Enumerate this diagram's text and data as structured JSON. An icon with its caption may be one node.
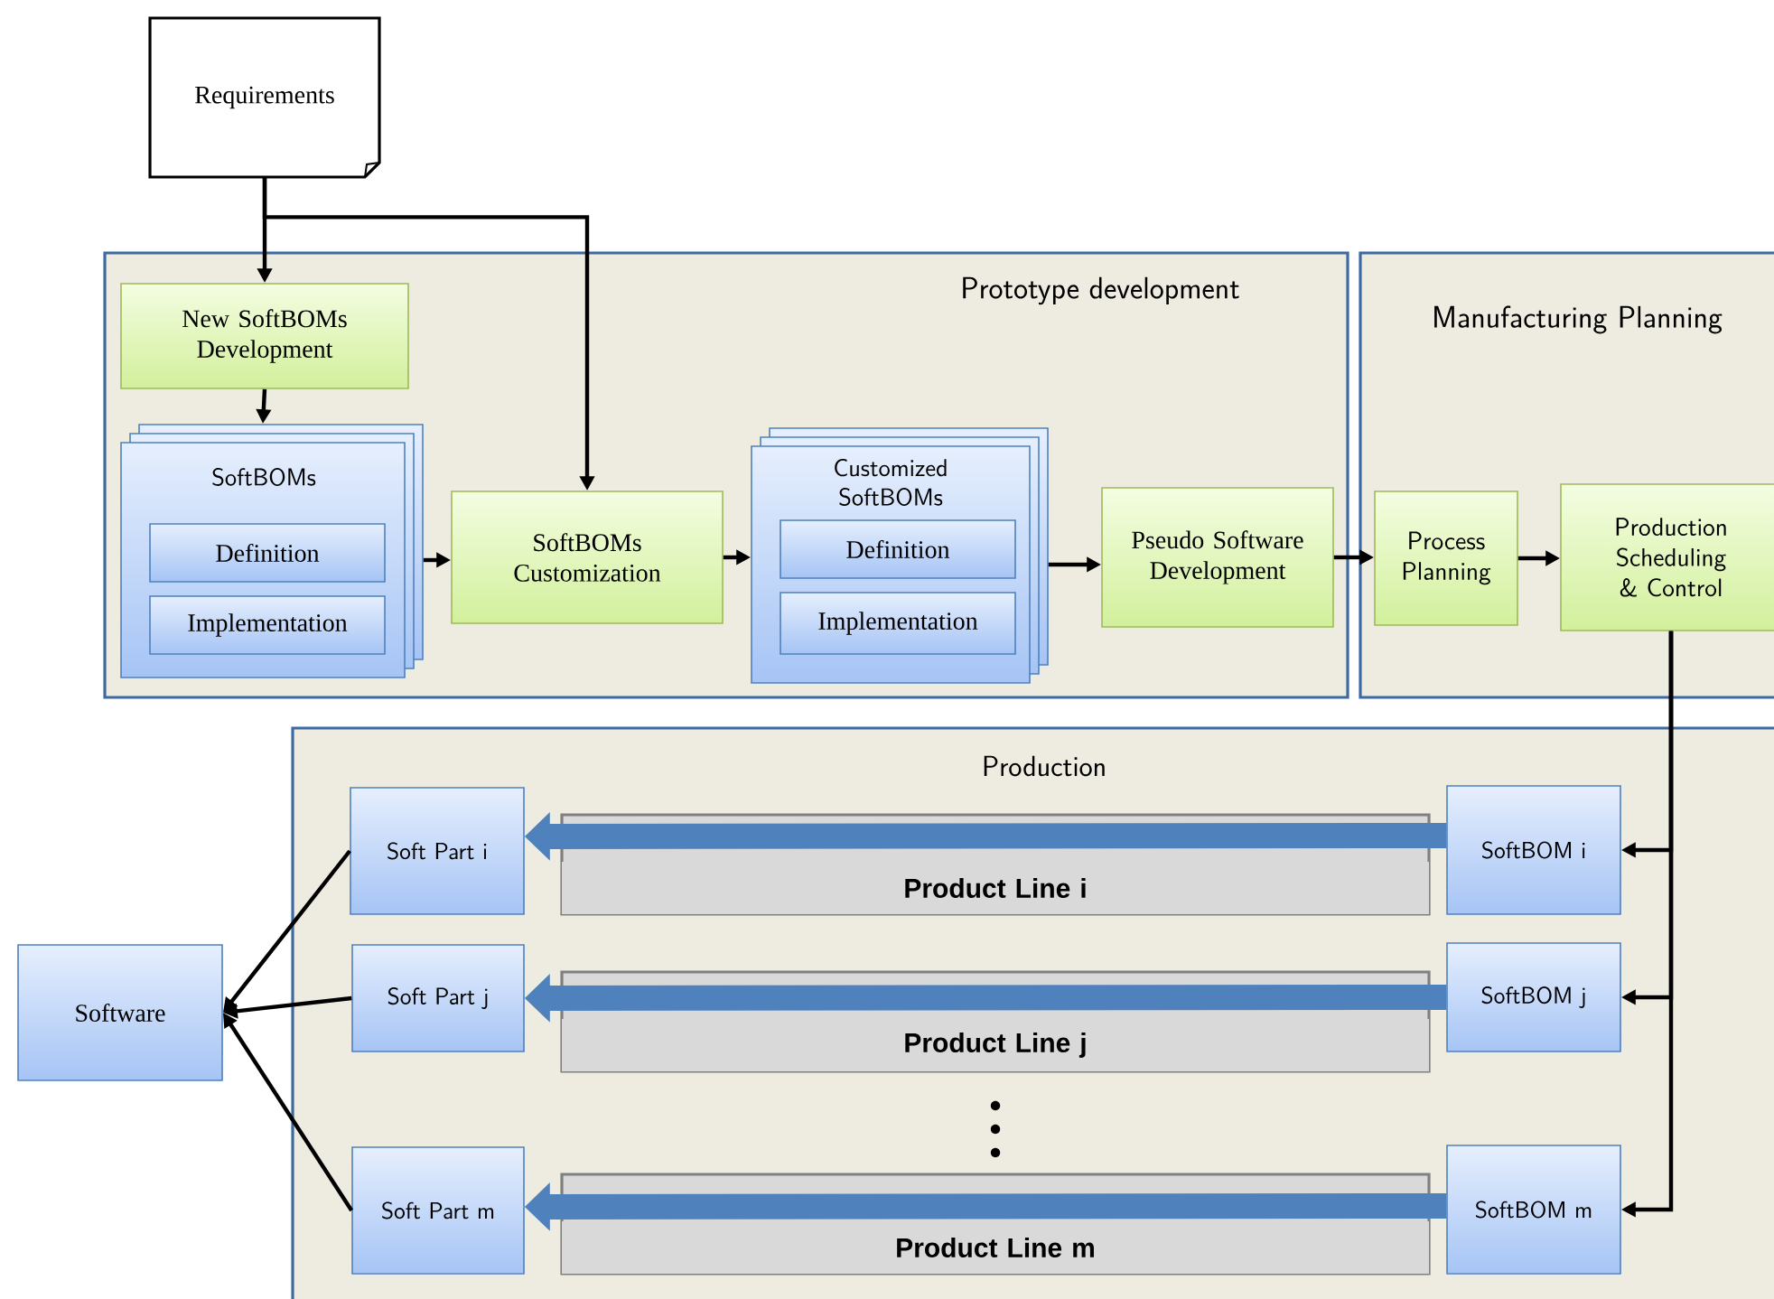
{
  "diagram": {
    "nodes": [
      {
        "text": [
          "Requirements"
        ]
      },
      {
        "text": [
          "Prototype development"
        ]
      },
      {
        "text": [
          "New SoftBOMs Development"
        ],
        "in": 1
      },
      {
        "text": [
          "SoftBOMs"
        ],
        "in": 1
      },
      {
        "text": [
          "Definition"
        ],
        "in": 3
      },
      {
        "text": [
          "Implementation"
        ],
        "in": 3
      },
      {
        "text": [
          "SoftBOMs Customization"
        ],
        "in": 1
      },
      {
        "text": [
          "Customized SoftBOMs"
        ],
        "in": 1
      },
      {
        "text": [
          "Definition"
        ],
        "in": 7
      },
      {
        "text": [
          "Implementation"
        ],
        "in": 7
      },
      {
        "text": [
          "Pseudo Software Development"
        ],
        "in": 1
      },
      {
        "text": [
          "Manufacturing Planning"
        ]
      },
      {
        "text": [
          "Process Planning"
        ],
        "in": 11
      },
      {
        "text": [
          "Production Scheduling & Control"
        ],
        "in": 11
      },
      {
        "text": [
          "Production"
        ]
      },
      {
        "text": [
          "Soft Part i"
        ],
        "in": 14
      },
      {
        "text": [
          "Product Line i"
        ],
        "in": 14
      },
      {
        "text": [
          "SoftBOM i"
        ],
        "in": 14
      },
      {
        "text": [
          "Soft Part j"
        ],
        "in": 14
      },
      {
        "text": [
          "Product Line j"
        ],
        "in": 14
      },
      {
        "text": [
          "SoftBOM j"
        ],
        "in": 14
      },
      {
        "text": [
          "Soft Part m"
        ],
        "in": 14
      },
      {
        "text": [
          "Product Line m"
        ],
        "in": 14
      },
      {
        "text": [
          "SoftBOM m"
        ],
        "in": 14
      },
      {
        "text": [
          "Software"
        ]
      }
    ],
    "edges": [
      {
        "from": 0,
        "to": 2,
        "arrow": "to"
      },
      {
        "from": 0,
        "to": 6,
        "arrow": "to"
      },
      {
        "from": 2,
        "to": 3,
        "arrow": "to"
      },
      {
        "from": 3,
        "to": 6,
        "arrow": "to"
      },
      {
        "from": 6,
        "to": 7,
        "arrow": "to"
      },
      {
        "from": 7,
        "to": 10,
        "arrow": "to"
      },
      {
        "from": 10,
        "to": 12,
        "arrow": "to"
      },
      {
        "from": 12,
        "to": 13,
        "arrow": "to"
      },
      {
        "from": 13,
        "to": 17,
        "arrow": "to"
      },
      {
        "from": 13,
        "to": 20,
        "arrow": "to"
      },
      {
        "from": 13,
        "to": 23,
        "arrow": "to"
      },
      {
        "from": 17,
        "to": 15,
        "arrow": "to",
        "style": "thick",
        "color": "#4f81bd"
      },
      {
        "from": 20,
        "to": 18,
        "arrow": "to",
        "style": "thick",
        "color": "#4f81bd"
      },
      {
        "from": 23,
        "to": 21,
        "arrow": "to",
        "style": "thick",
        "color": "#4f81bd"
      },
      {
        "from": 15,
        "to": 24,
        "arrow": "to"
      },
      {
        "from": 18,
        "to": 24,
        "arrow": "to"
      },
      {
        "from": 21,
        "to": 24,
        "arrow": "to"
      }
    ]
  }
}
